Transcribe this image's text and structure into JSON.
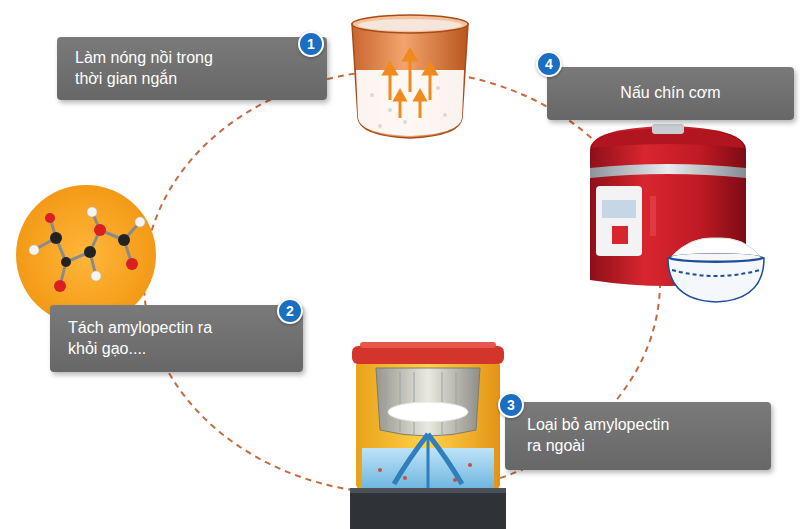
{
  "diagram": {
    "nodes": [
      {
        "text": [
          "Làm nóng nồi trong thời gian ngắn"
        ]
      },
      {
        "text": [
          "Tách amylopectin ra khỏi gạo...."
        ]
      },
      {
        "text": [
          "Loại bỏ amylopectin ra ngoài"
        ]
      },
      {
        "text": [
          "Nấu chín cơm"
        ]
      }
    ],
    "labels": [
      "1",
      "2",
      "3",
      "4"
    ]
  }
}
